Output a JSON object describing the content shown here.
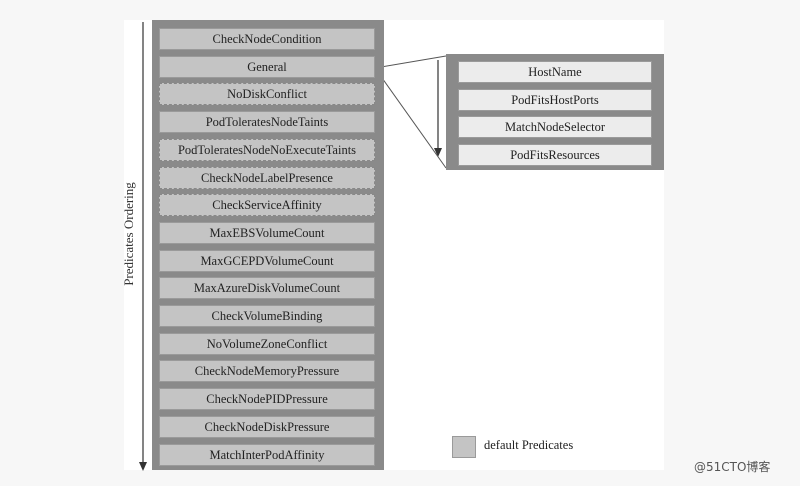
{
  "axis_label": "Predicates Ordering",
  "predicates": [
    {
      "label": "CheckNodeCondition",
      "default": false
    },
    {
      "label": "General",
      "default": false
    },
    {
      "label": "NoDiskConflict",
      "default": true
    },
    {
      "label": "PodToleratesNodeTaints",
      "default": false
    },
    {
      "label": "PodToleratesNodeNoExecuteTaints",
      "default": true
    },
    {
      "label": "CheckNodeLabelPresence",
      "default": true
    },
    {
      "label": "CheckServiceAffinity",
      "default": true
    },
    {
      "label": "MaxEBSVolumeCount",
      "default": false
    },
    {
      "label": "MaxGCEPDVolumeCount",
      "default": false
    },
    {
      "label": "MaxAzureDiskVolumeCount",
      "default": false
    },
    {
      "label": "CheckVolumeBinding",
      "default": false
    },
    {
      "label": "NoVolumeZoneConflict",
      "default": false
    },
    {
      "label": "CheckNodeMemoryPressure",
      "default": false
    },
    {
      "label": "CheckNodePIDPressure",
      "default": false
    },
    {
      "label": "CheckNodeDiskPressure",
      "default": false
    },
    {
      "label": "MatchInterPodAffinity",
      "default": false
    }
  ],
  "general_subpredicates": [
    "HostName",
    "PodFitsHostPorts",
    "MatchNodeSelector",
    "PodFitsResources"
  ],
  "legend": {
    "label": "default Predicates",
    "swatch_color": "#c4c4c4"
  },
  "watermark": "@51CTO博客"
}
